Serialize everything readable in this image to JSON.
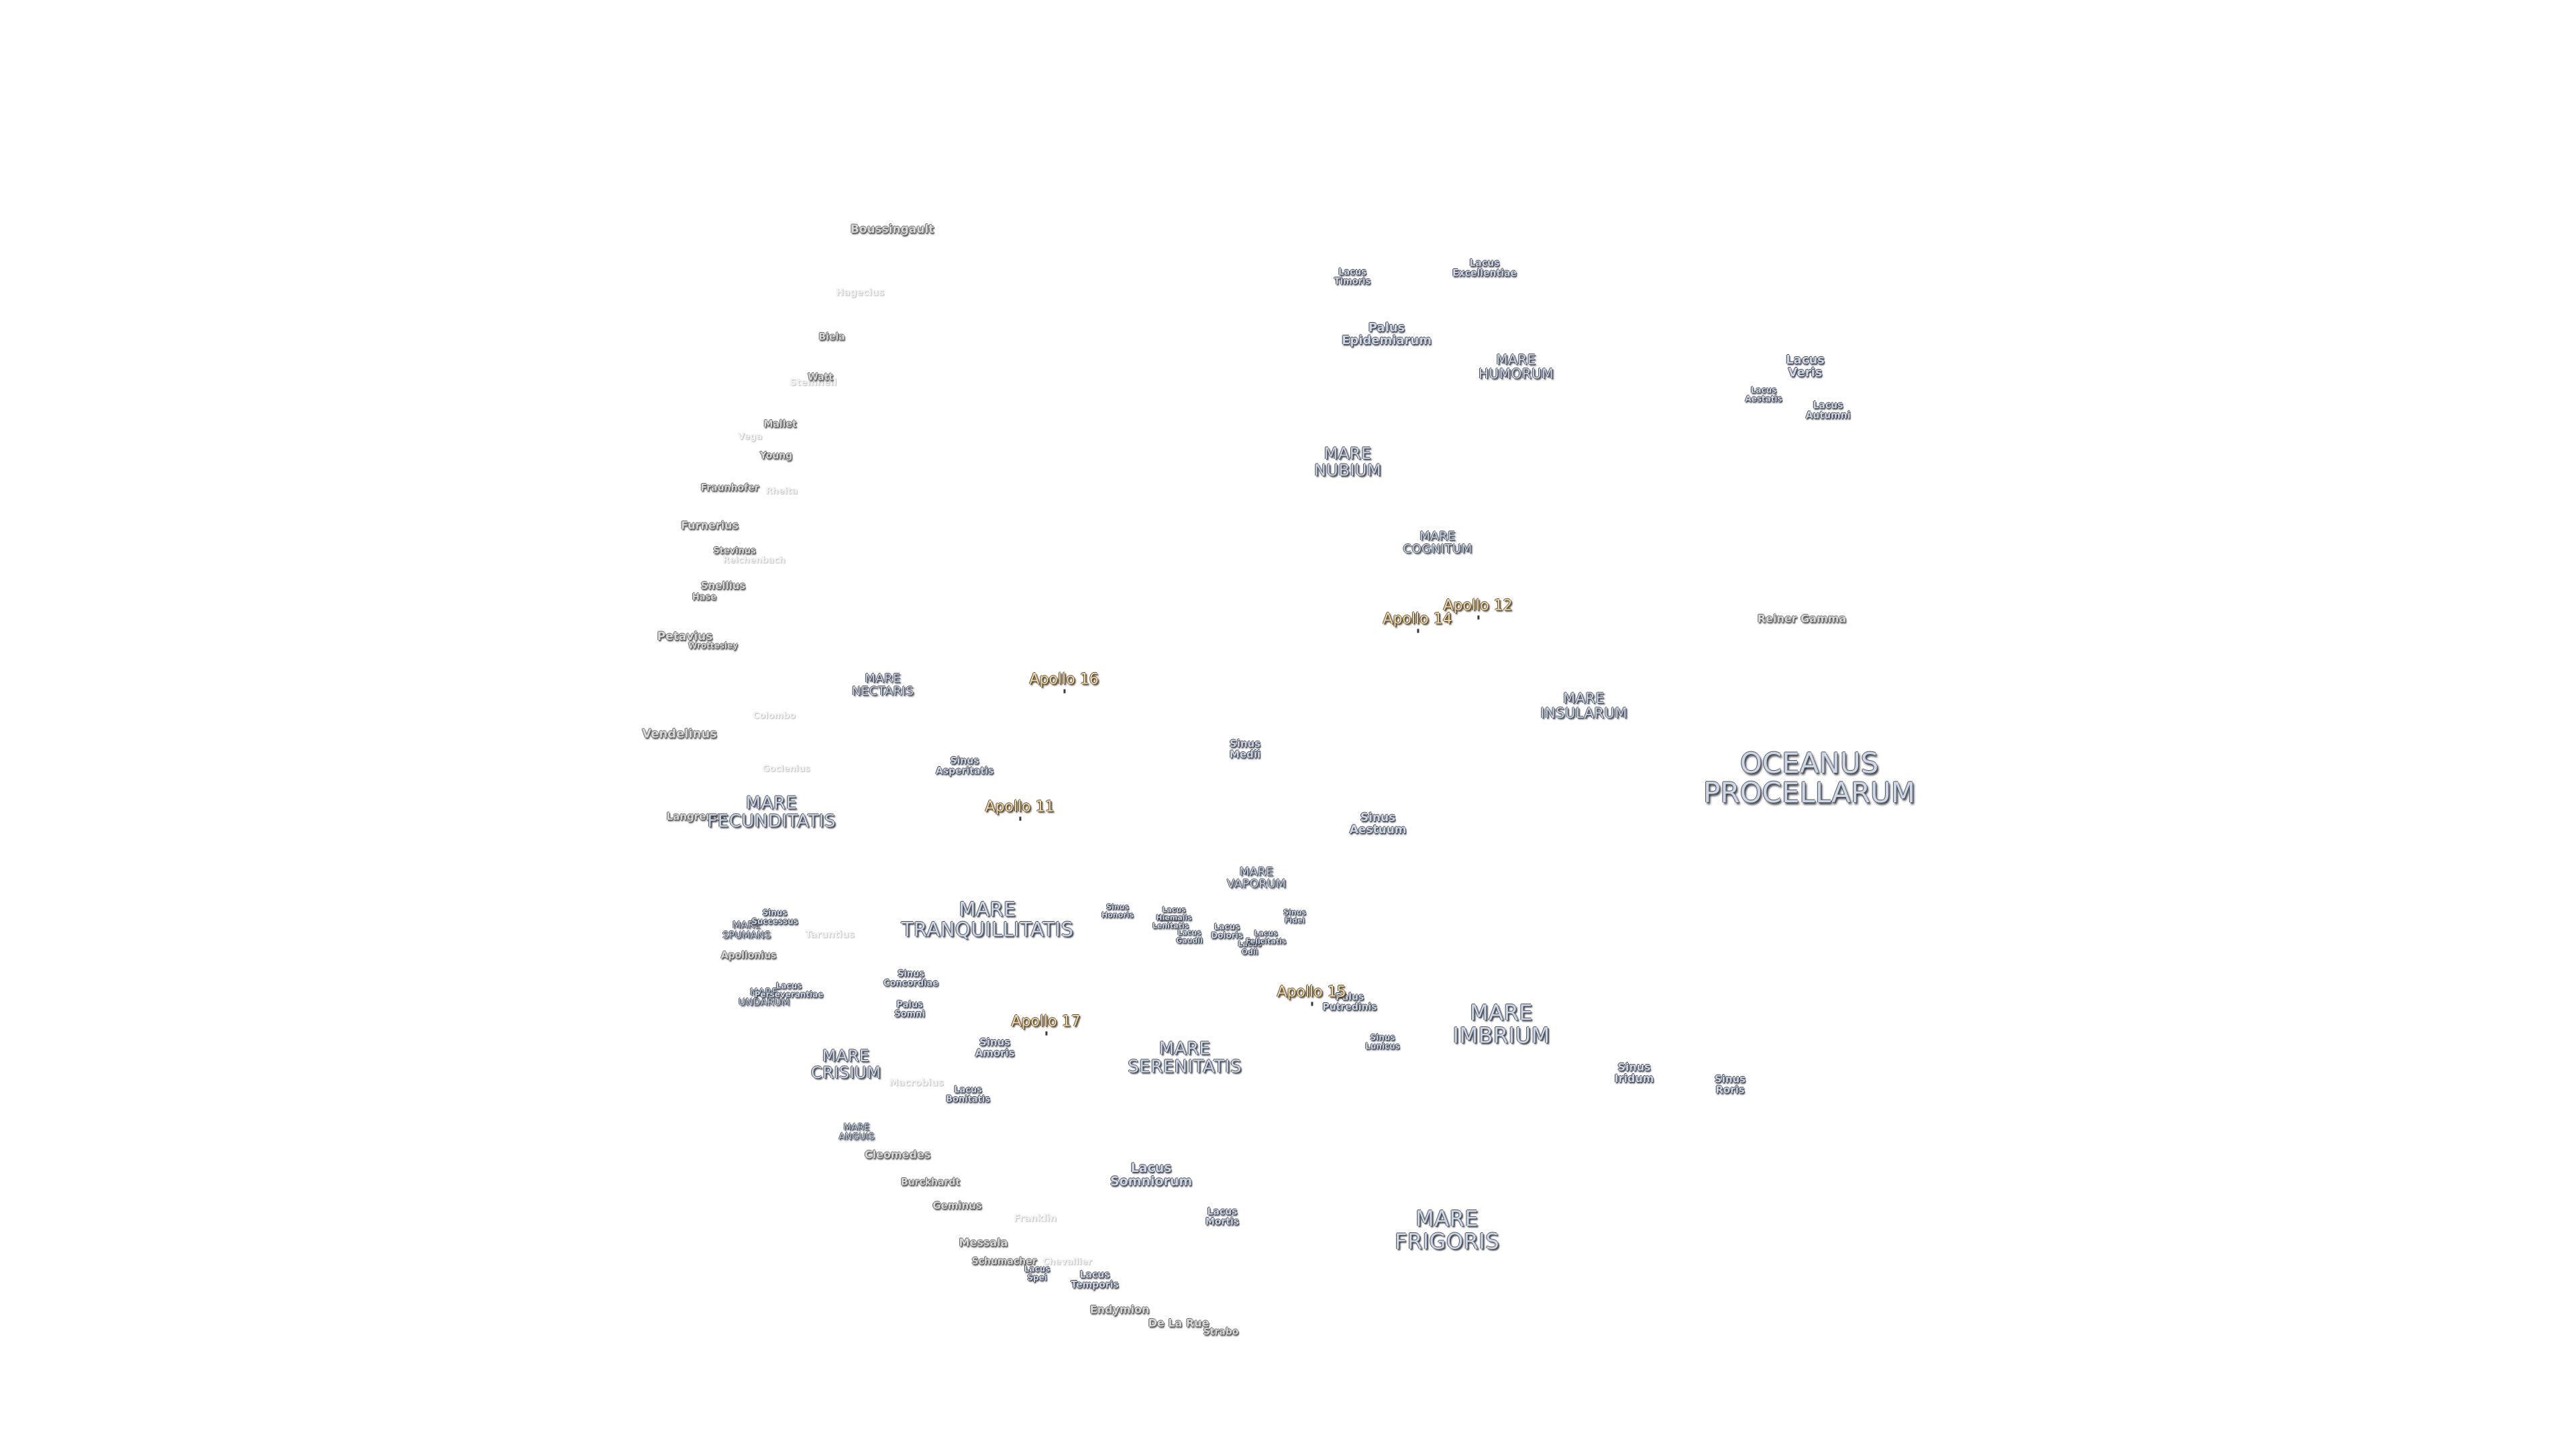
{
  "map": {
    "labels": [
      {
        "id": "boussingault",
        "text": "Boussingault",
        "kind": "crater"
      },
      {
        "id": "hagecius",
        "text": "Hagecius",
        "kind": "crater-faint"
      },
      {
        "id": "biela",
        "text": "Biela",
        "kind": "crater"
      },
      {
        "id": "steinheil",
        "text": "Steinheil",
        "kind": "crater-faint"
      },
      {
        "id": "watt",
        "text": "Watt",
        "kind": "crater"
      },
      {
        "id": "mallet",
        "text": "Mallet",
        "kind": "crater"
      },
      {
        "id": "vega",
        "text": "Vega",
        "kind": "crater-faint"
      },
      {
        "id": "young",
        "text": "Young",
        "kind": "crater"
      },
      {
        "id": "fraunhofer",
        "text": "Fraunhofer",
        "kind": "crater"
      },
      {
        "id": "rheita",
        "text": "Rheita",
        "kind": "crater-faint"
      },
      {
        "id": "furnerius",
        "text": "Furnerius",
        "kind": "crater"
      },
      {
        "id": "stevinus",
        "text": "Stevinus",
        "kind": "crater"
      },
      {
        "id": "reichenbach",
        "text": "Reichenbach",
        "kind": "crater-faint"
      },
      {
        "id": "snellius",
        "text": "Snellius",
        "kind": "crater"
      },
      {
        "id": "hase",
        "text": "Hase",
        "kind": "crater"
      },
      {
        "id": "petavius",
        "text": "Petavius",
        "kind": "crater"
      },
      {
        "id": "wrottesley",
        "text": "Wrottesley",
        "kind": "crater"
      },
      {
        "id": "vendelinus",
        "text": "Vendelinus",
        "kind": "crater"
      },
      {
        "id": "colombo",
        "text": "Colombo",
        "kind": "crater-faint"
      },
      {
        "id": "goclenius",
        "text": "Goclenius",
        "kind": "crater-faint"
      },
      {
        "id": "langrenus",
        "text": "Langrenus",
        "kind": "crater"
      },
      {
        "id": "taruntius",
        "text": "Taruntius",
        "kind": "crater-faint"
      },
      {
        "id": "apollonius",
        "text": "Apollonius",
        "kind": "crater"
      },
      {
        "id": "macrobius",
        "text": "Macrobius",
        "kind": "crater-faint"
      },
      {
        "id": "cleomedes",
        "text": "Cleomedes",
        "kind": "crater"
      },
      {
        "id": "burckhardt",
        "text": "Burckhardt",
        "kind": "crater"
      },
      {
        "id": "geminus",
        "text": "Geminus",
        "kind": "crater"
      },
      {
        "id": "franklin",
        "text": "Franklin",
        "kind": "crater-faint"
      },
      {
        "id": "messala",
        "text": "Messala",
        "kind": "crater"
      },
      {
        "id": "schumacher",
        "text": "Schumacher",
        "kind": "crater"
      },
      {
        "id": "chevallier",
        "text": "Chevallier",
        "kind": "crater-faint"
      },
      {
        "id": "endymion",
        "text": "Endymion",
        "kind": "crater"
      },
      {
        "id": "de-la-rue",
        "text": "De La Rue",
        "kind": "crater"
      },
      {
        "id": "strabo",
        "text": "Strabo",
        "kind": "crater"
      },
      {
        "id": "reiner-gamma",
        "text": "Reiner Gamma",
        "kind": "crater"
      },
      {
        "id": "mare-nectaris",
        "text": "MARE\nNECTARIS",
        "kind": "mare"
      },
      {
        "id": "mare-fecunditatis",
        "text": "MARE\nFECUNDITATIS",
        "kind": "mare"
      },
      {
        "id": "mare-spumans",
        "text": "MARE\nSPUMANS",
        "kind": "mare"
      },
      {
        "id": "mare-undarum",
        "text": "MARE\nUNDARUM",
        "kind": "mare"
      },
      {
        "id": "mare-crisium",
        "text": "MARE\nCRISIUM",
        "kind": "mare"
      },
      {
        "id": "mare-anguis",
        "text": "MARE\nANGUIS",
        "kind": "mare"
      },
      {
        "id": "mare-tranquillitatis",
        "text": "MARE\nTRANQUILLITATIS",
        "kind": "mare"
      },
      {
        "id": "mare-serenitatis",
        "text": "MARE\nSERENITATIS",
        "kind": "mare"
      },
      {
        "id": "mare-vaporum",
        "text": "MARE\nVAPORUM",
        "kind": "mare"
      },
      {
        "id": "mare-imbrium",
        "text": "MARE\nIMBRIUM",
        "kind": "mare"
      },
      {
        "id": "mare-frigoris",
        "text": "MARE\nFRIGORIS",
        "kind": "mare"
      },
      {
        "id": "mare-nubium",
        "text": "MARE\nNUBIUM",
        "kind": "mare"
      },
      {
        "id": "mare-cognitum",
        "text": "MARE\nCOGNITUM",
        "kind": "mare"
      },
      {
        "id": "mare-humorum",
        "text": "MARE\nHUMORUM",
        "kind": "mare"
      },
      {
        "id": "mare-insularum",
        "text": "MARE\nINSULARUM",
        "kind": "mare"
      },
      {
        "id": "oceanus-procellarum",
        "text": "OCEANUS\nPROCELLARUM",
        "kind": "mare-big"
      },
      {
        "id": "sinus-asperitatis",
        "text": "Sinus\nAsperitatis",
        "kind": "lacus"
      },
      {
        "id": "sinus-medii",
        "text": "Sinus\nMedii",
        "kind": "lacus"
      },
      {
        "id": "sinus-aestuum",
        "text": "Sinus\nAestuum",
        "kind": "lacus"
      },
      {
        "id": "sinus-concordiae",
        "text": "Sinus\nConcordiae",
        "kind": "lacus"
      },
      {
        "id": "sinus-successus",
        "text": "Sinus\nSuccessus",
        "kind": "lacus"
      },
      {
        "id": "sinus-amoris",
        "text": "Sinus\nAmoris",
        "kind": "lacus"
      },
      {
        "id": "sinus-honoris",
        "text": "Sinus\nHonoris",
        "kind": "lacus"
      },
      {
        "id": "sinus-fidei",
        "text": "Sinus\nFidei",
        "kind": "lacus"
      },
      {
        "id": "sinus-lunicus",
        "text": "Sinus\nLunicus",
        "kind": "lacus"
      },
      {
        "id": "sinus-iridum",
        "text": "Sinus\nIridum",
        "kind": "lacus"
      },
      {
        "id": "sinus-roris",
        "text": "Sinus\nRoris",
        "kind": "lacus"
      },
      {
        "id": "palus-somni",
        "text": "Palus\nSomni",
        "kind": "lacus"
      },
      {
        "id": "palus-putredinis",
        "text": "Palus\nPutredinis",
        "kind": "lacus"
      },
      {
        "id": "palus-epidemiarum",
        "text": "Palus\nEpidemiarum",
        "kind": "lacus"
      },
      {
        "id": "lacus-perseverantiae",
        "text": "Lacus\nPerseverantiae",
        "kind": "lacus"
      },
      {
        "id": "lacus-bonitatis",
        "text": "Lacus\nBonitatis",
        "kind": "lacus"
      },
      {
        "id": "lacus-somniorum",
        "text": "Lacus\nSomniorum",
        "kind": "lacus"
      },
      {
        "id": "lacus-mortis",
        "text": "Lacus\nMortis",
        "kind": "lacus"
      },
      {
        "id": "lacus-temporis",
        "text": "Lacus\nTemporis",
        "kind": "lacus"
      },
      {
        "id": "lacus-spei",
        "text": "Lacus\nSpei",
        "kind": "lacus"
      },
      {
        "id": "lacus-lenitatis",
        "text": "Lacus\nLenitatis",
        "kind": "lacus"
      },
      {
        "id": "lacus-hiemalis",
        "text": "Lacus\nHiemalis",
        "kind": "lacus"
      },
      {
        "id": "lacus-gaudii",
        "text": "Lacus\nGaudii",
        "kind": "lacus"
      },
      {
        "id": "lacus-doloris",
        "text": "Lacus\nDoloris",
        "kind": "lacus"
      },
      {
        "id": "lacus-odii",
        "text": "Lacus\nOdii",
        "kind": "lacus"
      },
      {
        "id": "lacus-felicitatis",
        "text": "Lacus\nFelicitatis",
        "kind": "lacus"
      },
      {
        "id": "lacus-timoris",
        "text": "Lacus\nTimoris",
        "kind": "lacus"
      },
      {
        "id": "lacus-excellentiae",
        "text": "Lacus\nExcellentiae",
        "kind": "lacus"
      },
      {
        "id": "lacus-veris",
        "text": "Lacus\nVeris",
        "kind": "lacus"
      },
      {
        "id": "lacus-aestatis",
        "text": "Lacus\nAestatis",
        "kind": "lacus"
      },
      {
        "id": "lacus-autumni",
        "text": "Lacus\nAutumni",
        "kind": "lacus"
      },
      {
        "id": "apollo-11",
        "text": "Apollo 11",
        "kind": "apollo"
      },
      {
        "id": "apollo-12",
        "text": "Apollo 12",
        "kind": "apollo"
      },
      {
        "id": "apollo-14",
        "text": "Apollo 14",
        "kind": "apollo"
      },
      {
        "id": "apollo-15",
        "text": "Apollo 15",
        "kind": "apollo"
      },
      {
        "id": "apollo-16",
        "text": "Apollo 16",
        "kind": "apollo"
      },
      {
        "id": "apollo-17",
        "text": "Apollo 17",
        "kind": "apollo"
      }
    ]
  }
}
